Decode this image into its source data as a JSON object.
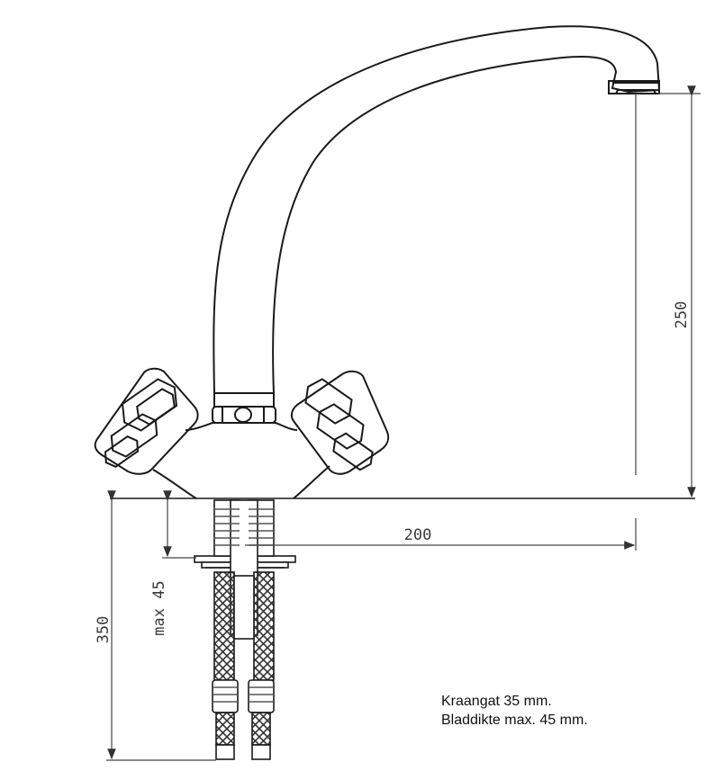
{
  "dimensions": {
    "height_total": "250",
    "reach": "200",
    "below_deck": "350",
    "max_deck": "max 45"
  },
  "notes": {
    "tap_hole": "Kraangat 35 mm.",
    "deck_thickness": "Bladdikte max. 45 mm."
  },
  "colors": {
    "line": "#1a1a1a",
    "dim_line": "#444444",
    "hatch": "#333333"
  }
}
